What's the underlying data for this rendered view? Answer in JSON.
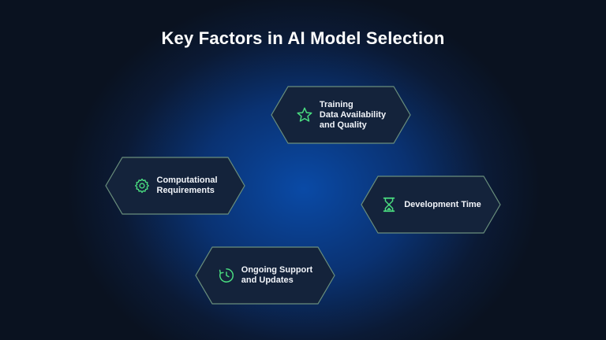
{
  "title": "Key Factors in AI Model Selection",
  "accent_color": "#4ade80",
  "factors": [
    {
      "label": "Training\nData Availability\nand Quality",
      "icon": "star-icon"
    },
    {
      "label": "Computational\nRequirements",
      "icon": "gear-icon"
    },
    {
      "label": "Development Time",
      "icon": "hourglass-icon"
    },
    {
      "label": "Ongoing Support\nand Updates",
      "icon": "clock-refresh-icon"
    }
  ]
}
